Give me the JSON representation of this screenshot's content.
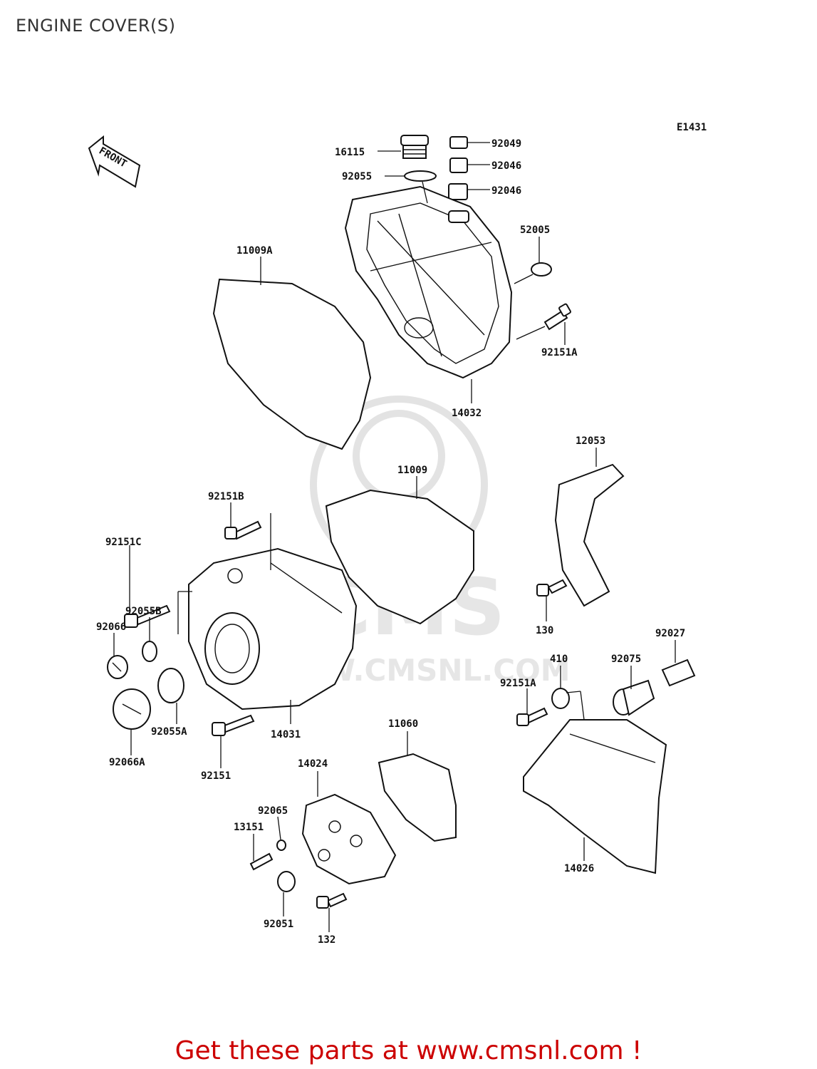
{
  "page": {
    "title": "ENGINE COVER(S)",
    "diagram_code": "E1431",
    "front_label": "FRONT",
    "footer": "Get these parts at www.cmsnl.com !"
  },
  "watermark": {
    "brand": "CMS",
    "url": "WWW.CMSNL.COM"
  },
  "parts": [
    "16115",
    "92049",
    "92046",
    "92055",
    "92046",
    "52005",
    "11009A",
    "92151A",
    "14032",
    "12053",
    "11009",
    "92151B",
    "92151C",
    "130",
    "92055B",
    "92066",
    "92027",
    "410",
    "92075",
    "92151A",
    "92055A",
    "14031",
    "11060",
    "92066A",
    "92151",
    "14024",
    "92065",
    "13151",
    "14026",
    "92051",
    "132"
  ]
}
